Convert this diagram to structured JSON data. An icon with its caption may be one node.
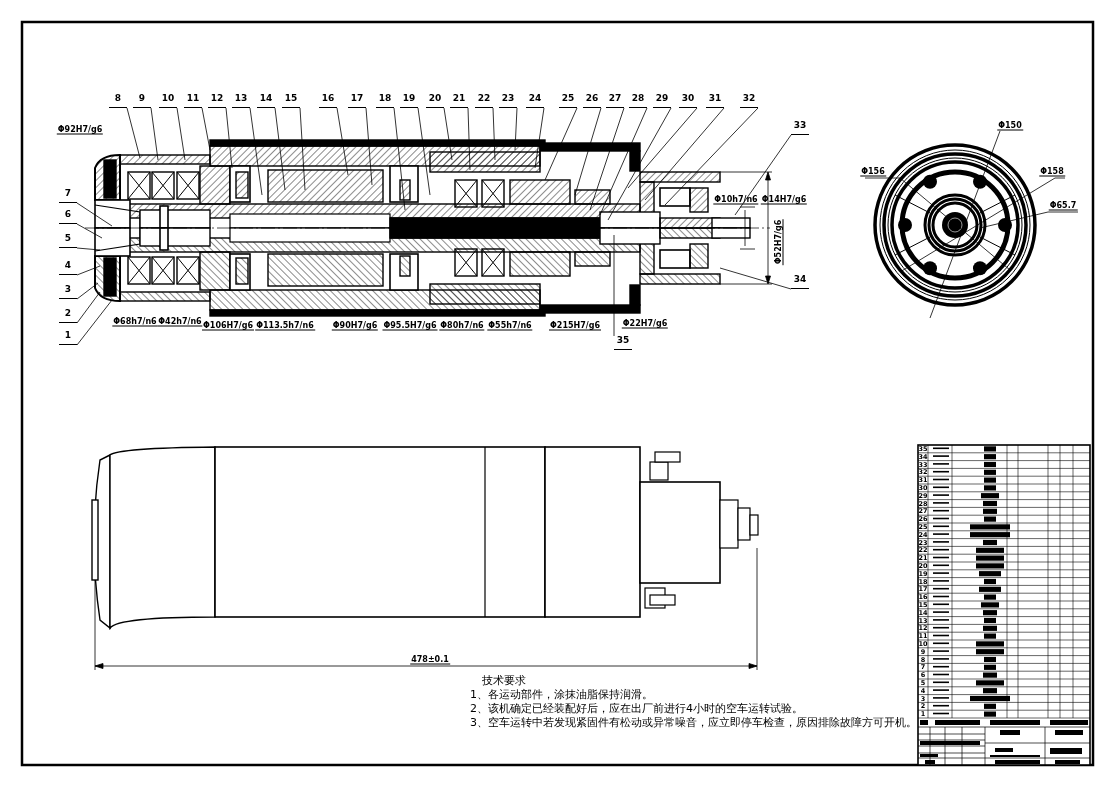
{
  "diagram": {
    "nodes": [
      {
        "text": [
          "1"
        ]
      },
      {
        "text": [
          "2"
        ]
      },
      {
        "text": [
          "3"
        ]
      },
      {
        "text": [
          "4"
        ]
      },
      {
        "text": [
          "5"
        ]
      },
      {
        "text": [
          "6"
        ]
      },
      {
        "text": [
          "7"
        ]
      },
      {
        "text": [
          "8"
        ]
      },
      {
        "text": [
          "9"
        ]
      },
      {
        "text": [
          "10"
        ]
      },
      {
        "text": [
          "11"
        ]
      },
      {
        "text": [
          "12"
        ]
      },
      {
        "text": [
          "13"
        ]
      },
      {
        "text": [
          "14"
        ]
      },
      {
        "text": [
          "15"
        ]
      },
      {
        "text": [
          "16"
        ]
      },
      {
        "text": [
          "17"
        ]
      },
      {
        "text": [
          "18"
        ]
      },
      {
        "text": [
          "19"
        ]
      },
      {
        "text": [
          "20"
        ]
      },
      {
        "text": [
          "21"
        ]
      },
      {
        "text": [
          "22"
        ]
      },
      {
        "text": [
          "23"
        ]
      },
      {
        "text": [
          "24"
        ]
      },
      {
        "text": [
          "25"
        ]
      },
      {
        "text": [
          "26"
        ]
      },
      {
        "text": [
          "27"
        ]
      },
      {
        "text": [
          "28"
        ]
      },
      {
        "text": [
          "29"
        ]
      },
      {
        "text": [
          "30"
        ]
      },
      {
        "text": [
          "31"
        ]
      },
      {
        "text": [
          "32"
        ]
      },
      {
        "text": [
          "33"
        ]
      },
      {
        "text": [
          "34"
        ]
      },
      {
        "text": [
          "35"
        ]
      }
    ],
    "edges": [
      {
        "from": 0,
        "to": null,
        "arrow": "none"
      },
      {
        "from": 1,
        "to": null,
        "arrow": "none"
      },
      {
        "from": 2,
        "to": null,
        "arrow": "none"
      },
      {
        "from": 3,
        "to": null,
        "arrow": "none"
      },
      {
        "from": 4,
        "to": null,
        "arrow": "none"
      },
      {
        "from": 5,
        "to": null,
        "arrow": "none"
      },
      {
        "from": 6,
        "to": null,
        "arrow": "none"
      },
      {
        "from": 7,
        "to": null,
        "arrow": "none"
      },
      {
        "from": 8,
        "to": null,
        "arrow": "none"
      },
      {
        "from": 9,
        "to": null,
        "arrow": "none"
      },
      {
        "from": 10,
        "to": null,
        "arrow": "none"
      },
      {
        "from": 11,
        "to": null,
        "arrow": "none"
      },
      {
        "from": 12,
        "to": null,
        "arrow": "none"
      },
      {
        "from": 13,
        "to": null,
        "arrow": "none"
      },
      {
        "from": 14,
        "to": null,
        "arrow": "none"
      },
      {
        "from": 15,
        "to": null,
        "arrow": "none"
      },
      {
        "from": 16,
        "to": null,
        "arrow": "none"
      },
      {
        "from": 17,
        "to": null,
        "arrow": "none"
      },
      {
        "from": 18,
        "to": null,
        "arrow": "none"
      },
      {
        "from": 19,
        "to": null,
        "arrow": "none"
      },
      {
        "from": 20,
        "to": null,
        "arrow": "none"
      },
      {
        "from": 21,
        "to": null,
        "arrow": "none"
      },
      {
        "from": 22,
        "to": null,
        "arrow": "none"
      },
      {
        "from": 23,
        "to": null,
        "arrow": "none"
      },
      {
        "from": 24,
        "to": null,
        "arrow": "none"
      },
      {
        "from": 25,
        "to": null,
        "arrow": "none"
      },
      {
        "from": 26,
        "to": null,
        "arrow": "none"
      },
      {
        "from": 27,
        "to": null,
        "arrow": "none"
      },
      {
        "from": 28,
        "to": null,
        "arrow": "none"
      },
      {
        "from": 29,
        "to": null,
        "arrow": "none"
      },
      {
        "from": 30,
        "to": null,
        "arrow": "none"
      },
      {
        "from": 31,
        "to": null,
        "arrow": "none"
      },
      {
        "from": 32,
        "to": null,
        "arrow": "none"
      },
      {
        "from": 33,
        "to": null,
        "arrow": "none"
      },
      {
        "from": 34,
        "to": null,
        "arrow": "none"
      }
    ],
    "labels": [
      "Φ68h7/n6",
      "Φ92H7/g6",
      "Φ42h7/n6",
      "Φ106H7/g6",
      "Φ113.5h7/n6",
      "Φ90H7/g6",
      "Φ95.5H7/g6",
      "Φ80h7/n6",
      "Φ55h7/n6",
      "Φ215H7/g6",
      "Φ22H7/g6",
      "Φ10h7/n6",
      "Φ14H7/g6",
      "Φ52H7/g6",
      "Φ150",
      "Φ156",
      "Φ158",
      "Φ65.7",
      "478±0.1",
      "技术要求",
      "1、各运动部件，涂抹油脂保持润滑。",
      "2、该机确定已经装配好后，应在出厂前进行4小时的空车运转试验。",
      "3、空车运转中若发现紧固件有松动或异常噪音，应立即停车检查，原因排除故障方可开机。",
      "35",
      "34",
      "33",
      "32",
      "31",
      "30",
      "29",
      "28",
      "27",
      "26",
      "25",
      "24",
      "23",
      "22",
      "21",
      "20",
      "19",
      "18",
      "17",
      "16",
      "15",
      "14",
      "13",
      "12",
      "11",
      "10",
      "9",
      "8",
      "7",
      "6",
      "5",
      "4",
      "3",
      "2",
      "1"
    ]
  }
}
